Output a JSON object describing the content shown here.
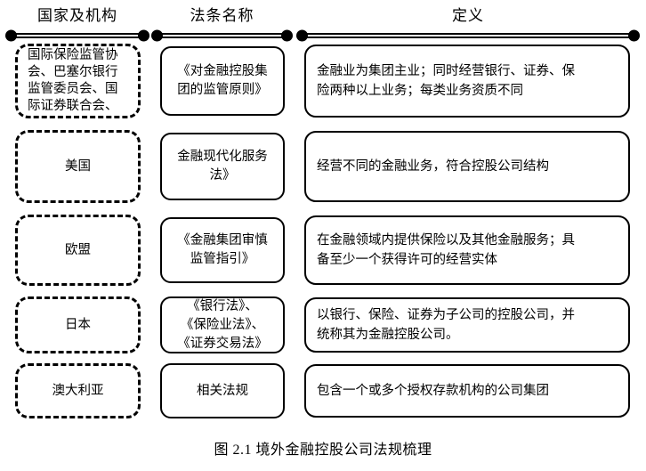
{
  "figure": {
    "headers": [
      "国家及机构",
      "法条名称",
      "定义"
    ],
    "rows": [
      {
        "country": "国际保险监管协\n会、巴塞尔银行\n监管委员会、国\n际证券联合会、",
        "law": "《对金融控股集\n团的监管原则》",
        "definition": "金融业为集团主业；同时经营银行、证券、保\n险两种以上业务；每类业务资质不同"
      },
      {
        "country": "美国",
        "law": "金融现代化服务\n法》",
        "definition": "经营不同的金融业务，符合控股公司结构"
      },
      {
        "country": "欧盟",
        "law": "《金融集团审慎\n监管指引》",
        "definition": "在金融领域内提供保险以及其他金融服务；具\n备至少一个获得许可的经营实体"
      },
      {
        "country": "日本",
        "law": "《银行法》、\n《保险业法》、\n《证券交易法》",
        "definition": "以银行、保险、证券为子公司的控股公司，并\n统称其为金融控股公司。"
      },
      {
        "country": "澳大利亚",
        "law": "相关法规",
        "definition": "包含一个或多个授权存款机构的公司集团"
      }
    ],
    "caption": "图 2.1 境外金融控股公司法规梳理"
  },
  "colors": {
    "ink": "#000000",
    "background": "#ffffff"
  }
}
